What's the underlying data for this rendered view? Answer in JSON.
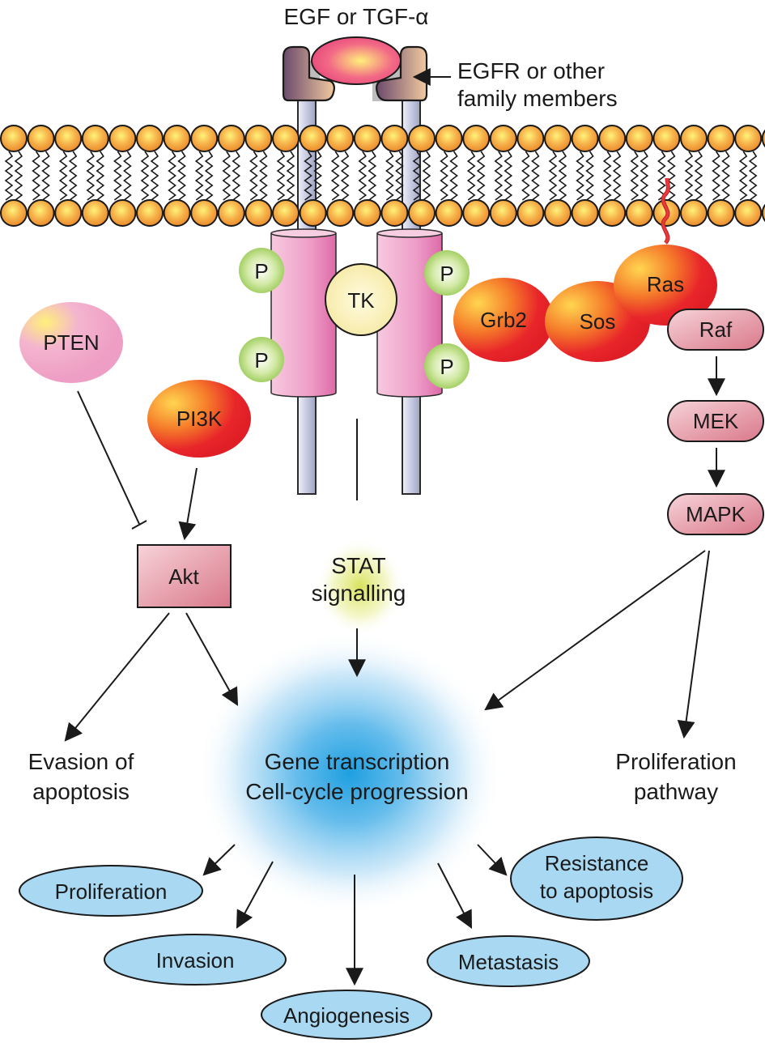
{
  "title": "EGFR signalling pathway",
  "ligand": {
    "label": "EGF or TGF-α"
  },
  "receptor": {
    "label_line1": "EGFR or other",
    "label_line2": "family members"
  },
  "membrane": {
    "description": "lipid bilayer"
  },
  "phospho_sites": [
    "P",
    "P",
    "P",
    "P"
  ],
  "kinase": {
    "label": "TK"
  },
  "adaptors": {
    "grb2": "Grb2",
    "sos": "Sos",
    "ras": "Ras"
  },
  "mapk_cascade": [
    "Raf",
    "MEK",
    "MAPK"
  ],
  "pi3k_pathway": {
    "pten": "PTEN",
    "pi3k": "PI3K",
    "akt": "Akt"
  },
  "stat": {
    "line1": "STAT",
    "line2": "signalling"
  },
  "outcomes_mid": {
    "evasion_line1": "Evasion of",
    "evasion_line2": "apoptosis",
    "center_line1": "Gene transcription",
    "center_line2": "Cell-cycle progression",
    "prolif_line1": "Proliferation",
    "prolif_line2": "pathway"
  },
  "outcomes": [
    {
      "label": "Proliferation"
    },
    {
      "label": "Invasion"
    },
    {
      "label": "Angiogenesis"
    },
    {
      "label": "Metastasis"
    },
    {
      "label_line1": "Resistance",
      "label_line2": "to apoptosis"
    }
  ],
  "colors": {
    "lipid_head": "#f09a3c",
    "receptor_cylinder": "#ec9cc4",
    "phospho": "#a8d36a",
    "tk": "#f7edb0",
    "adaptor_red": "#e8262a",
    "cascade_pink": "#e08e9a",
    "pten_pink": "#ee9ec4",
    "outcome_blue": "#a9d8f2",
    "glow_blue": "#29a3e0"
  }
}
